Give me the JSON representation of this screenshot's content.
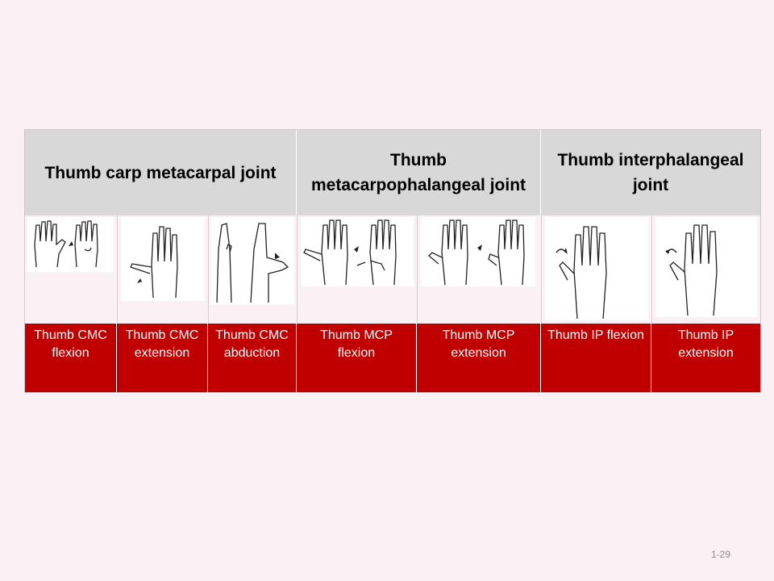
{
  "table": {
    "headers": [
      "Thumb carp metacarpal joint",
      "Thumb metacarpophalangeal joint",
      "Thumb interphalangeal joint"
    ],
    "labels": [
      "Thumb CMC flexion",
      "Thumb CMC extension",
      "Thumb CMC abduction",
      "Thumb MCP flexion",
      "Thumb MCP extension",
      "Thumb IP flexion",
      "Thumb IP extension"
    ],
    "images": [
      "hand-illustration-cmc-flexion",
      "hand-illustration-cmc-extension",
      "hand-illustration-cmc-abduction",
      "hand-illustration-mcp-flexion",
      "hand-illustration-mcp-extension",
      "hand-illustration-ip-flexion",
      "hand-illustration-ip-extension"
    ]
  },
  "colors": {
    "header_bg": "#d8d8d8",
    "label_bg": "#c00000",
    "page_bg": "#fbf0f4"
  },
  "page_number": "1-29"
}
